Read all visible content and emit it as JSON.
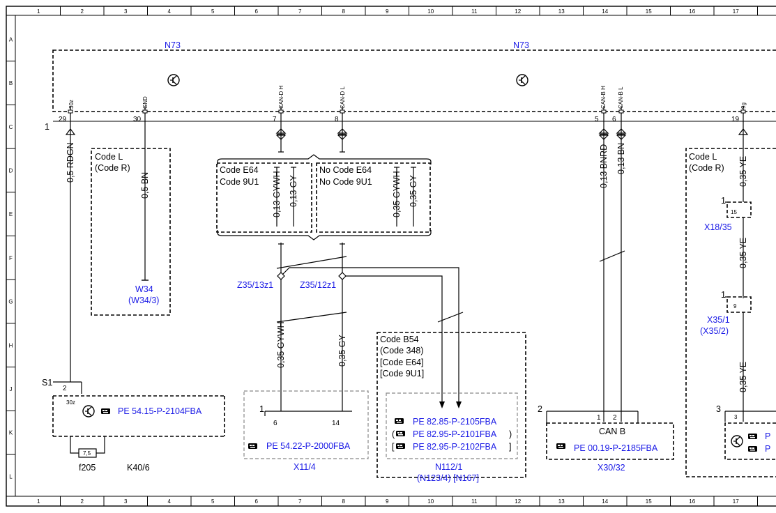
{
  "grid": {
    "columns": [
      "1",
      "2",
      "3",
      "4",
      "5",
      "6",
      "7",
      "8",
      "9",
      "10",
      "11",
      "12",
      "13",
      "14",
      "15",
      "16",
      "17"
    ],
    "rows": [
      "A",
      "B",
      "C",
      "D",
      "E",
      "F",
      "G",
      "H",
      "J",
      "K",
      "L"
    ]
  },
  "control_unit": {
    "left_label": "N73",
    "right_label": "N73",
    "bus_label": "1",
    "pins": [
      {
        "num": "29",
        "name": "30z"
      },
      {
        "num": "30",
        "name": "GND"
      },
      {
        "num": "7",
        "name": "CAN-D H"
      },
      {
        "num": "8",
        "name": "CAN-D L"
      },
      {
        "num": "5",
        "name": "CAN-B H"
      },
      {
        "num": "6",
        "name": "CAN-B L"
      },
      {
        "num": "19",
        "name": "9g"
      }
    ]
  },
  "wires": {
    "w29": "0,5 RDGN",
    "w30": "0,5 BN",
    "wcanbh": "0,13 BNRD",
    "wcanbl": "0,13 BN",
    "w19a": "0,35 YE",
    "w19b": "0,35 YE",
    "w19c": "0,35 YE",
    "e64_1": "0,13 GYWH",
    "e64_2": "0,13 GY",
    "no_e64_1": "0,35 GYWH",
    "no_e64_2": "0,35 GY",
    "z_1": "0,35 GYWH",
    "z_2": "0,35 GY"
  },
  "code_boxes": {
    "left": {
      "line1": "Code L",
      "line2": "(Code R)"
    },
    "right": {
      "line1": "Code L",
      "line2": "(Code R)"
    },
    "e64": {
      "line1": "Code E64",
      "line2": "Code 9U1"
    },
    "no_e64": {
      "line1": "No Code E64",
      "line2": "No Code 9U1"
    },
    "b54": {
      "line1": "Code B54",
      "line2": "(Code 348)",
      "line3": "[Code E64]",
      "line4": "[Code 9U1]"
    }
  },
  "components": {
    "w34": {
      "line1": "W34",
      "line2": "(W34/3)"
    },
    "z35_13": "Z35/13z1",
    "z35_12": "Z35/12z1",
    "x18": {
      "label": "X18/35",
      "pin": "15",
      "num": "1"
    },
    "x35": {
      "label1": "X35/1",
      "label2": "(X35/2)",
      "pin": "9",
      "num": "1"
    },
    "s1": {
      "label": "S1",
      "pin": "2",
      "pin2": "30z"
    },
    "k40": {
      "label": "K40/6",
      "fuse": "f205",
      "fuse_value": "7,5",
      "ref": "PE 54.15-P-2104FBA"
    },
    "x11": {
      "label": "X11/4",
      "num": "1",
      "pin_a": "6",
      "pin_b": "14",
      "ref": "PE 54.22-P-2000FBA"
    },
    "n112": {
      "label1": "N112/1",
      "label2": "(N123/4) [N167]",
      "ref1": "PE 82.85-P-2105FBA",
      "ref2": "PE 82.95-P-2101FBA",
      "ref3": "PE 82.95-P-2102FBA",
      "br2_open": "(",
      "br2_close": ")",
      "br3_open": "[",
      "br3_close": "]"
    },
    "x30": {
      "label": "X30/32",
      "num": "2",
      "title": "CAN B",
      "pin_a": "1",
      "pin_b": "2",
      "ref": "PE 00.19-P-2185FBA"
    },
    "right_unit": {
      "num": "3",
      "pin": "3",
      "ref1": "P",
      "ref2": "P"
    }
  }
}
